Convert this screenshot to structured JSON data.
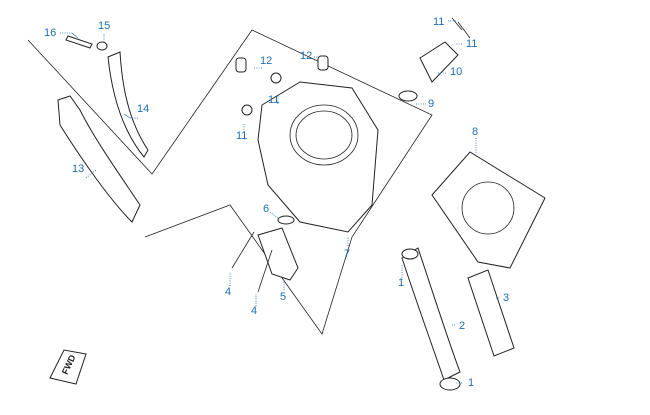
{
  "callouts": [
    {
      "id": "c16",
      "label": "16"
    },
    {
      "id": "c15",
      "label": "15"
    },
    {
      "id": "c14",
      "label": "14"
    },
    {
      "id": "c13",
      "label": "13"
    },
    {
      "id": "c12a",
      "label": "12"
    },
    {
      "id": "c12b",
      "label": "12"
    },
    {
      "id": "c11a",
      "label": "11"
    },
    {
      "id": "c11b",
      "label": "11"
    },
    {
      "id": "c11c",
      "label": "11"
    },
    {
      "id": "c11d",
      "label": "11"
    },
    {
      "id": "c10",
      "label": "10"
    },
    {
      "id": "c9",
      "label": "9"
    },
    {
      "id": "c8",
      "label": "8"
    },
    {
      "id": "c7",
      "label": "7"
    },
    {
      "id": "c6",
      "label": "6"
    },
    {
      "id": "c5",
      "label": "5"
    },
    {
      "id": "c4a",
      "label": "4"
    },
    {
      "id": "c4b",
      "label": "4"
    },
    {
      "id": "c3",
      "label": "3"
    },
    {
      "id": "c2",
      "label": "2"
    },
    {
      "id": "c1a",
      "label": "1"
    },
    {
      "id": "c1b",
      "label": "1"
    }
  ],
  "forward_marker": {
    "label": "FWD"
  },
  "colors": {
    "callout": "#1f6fb2",
    "line": "#222222",
    "background": "#ffffff"
  }
}
